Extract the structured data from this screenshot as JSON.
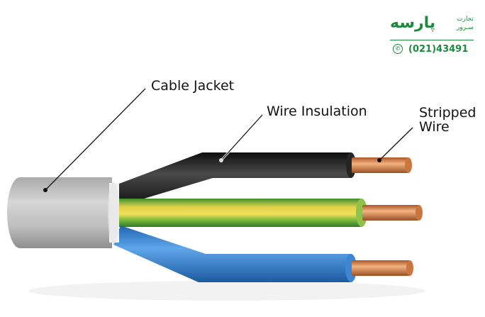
{
  "labels": {
    "cable_jacket": "Cable Jacket",
    "wire_insulation": "Wire Insulation",
    "stripped_wire_line1": "Stripped",
    "stripped_wire_line2": "Wire"
  },
  "logo": {
    "brand": "پارسه",
    "tagline_1": "تجارت",
    "tagline_2": "سـرور",
    "phone": "(021)43491"
  },
  "colors": {
    "jacket": "#b8b8b8",
    "black_wire": "#1c1c1c",
    "earth_green": "#4aa33c",
    "earth_yellow": "#e3d24a",
    "blue_wire": "#2f7fd0",
    "copper": "#d98a4e",
    "brand_green": "#1b8a3c"
  }
}
